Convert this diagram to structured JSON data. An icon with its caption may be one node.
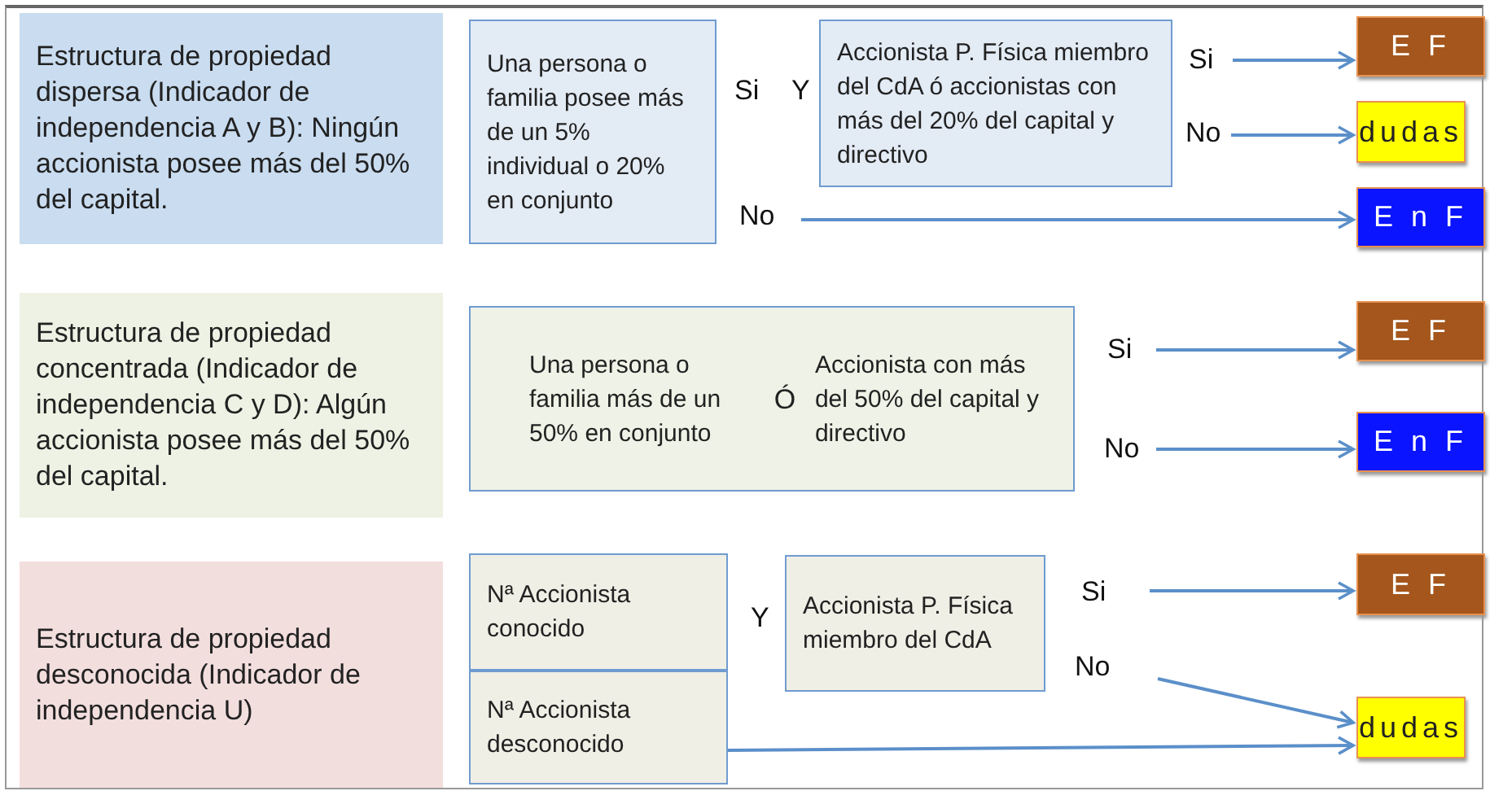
{
  "diagram": {
    "nodes": [
      {
        "text": [
          "Estructura de propiedad dispersa (Indicador de independencia A y B): Ningún accionista posee más del 50% del capital."
        ]
      },
      {
        "text": [
          "Una persona o familia posee más de un 5% individual o 20% en conjunto"
        ]
      },
      {
        "text": [
          "Accionista P. Física miembro del CdA ó accionistas con más del 20% del capital y directivo"
        ]
      },
      {
        "text": [
          "E F"
        ]
      },
      {
        "text": [
          "dudas"
        ]
      },
      {
        "text": [
          "E n F"
        ]
      },
      {
        "text": [
          "Estructura de propiedad concentrada (Indicador de independencia C y D): Algún accionista posee más del 50% del capital."
        ]
      },
      {
        "text": [
          "Una persona o familia más de un 50% en conjunto",
          "Ó",
          "Accionista con más del 50% del capital y directivo"
        ]
      },
      {
        "text": [
          "E F"
        ]
      },
      {
        "text": [
          "E n F"
        ]
      },
      {
        "text": [
          "Estructura de propiedad desconocida (Indicador de independencia U)"
        ]
      },
      {
        "text": [
          "Nª Accionista conocido"
        ]
      },
      {
        "text": [
          "Nª Accionista desconocido"
        ]
      },
      {
        "text": [
          "Accionista P. Física miembro del CdA"
        ]
      },
      {
        "text": [
          "E F"
        ]
      },
      {
        "text": [
          "dudas"
        ]
      }
    ],
    "edges": [
      {
        "from": null,
        "to": 3,
        "arrow": "to",
        "label": "Si"
      },
      {
        "from": null,
        "to": 4,
        "arrow": "to",
        "label": "No"
      },
      {
        "from": null,
        "to": 5,
        "arrow": "to",
        "label": "No"
      },
      {
        "from": null,
        "to": 8,
        "arrow": "to",
        "label": "Si"
      },
      {
        "from": null,
        "to": 9,
        "arrow": "to",
        "label": "No"
      },
      {
        "from": null,
        "to": 14,
        "arrow": "to",
        "label": "Si"
      },
      {
        "from": null,
        "to": 15,
        "arrow": "to",
        "label": "No"
      },
      {
        "from": 12,
        "to": 15,
        "arrow": "to"
      }
    ],
    "labels": [
      "Si",
      "Y",
      "Y"
    ]
  }
}
